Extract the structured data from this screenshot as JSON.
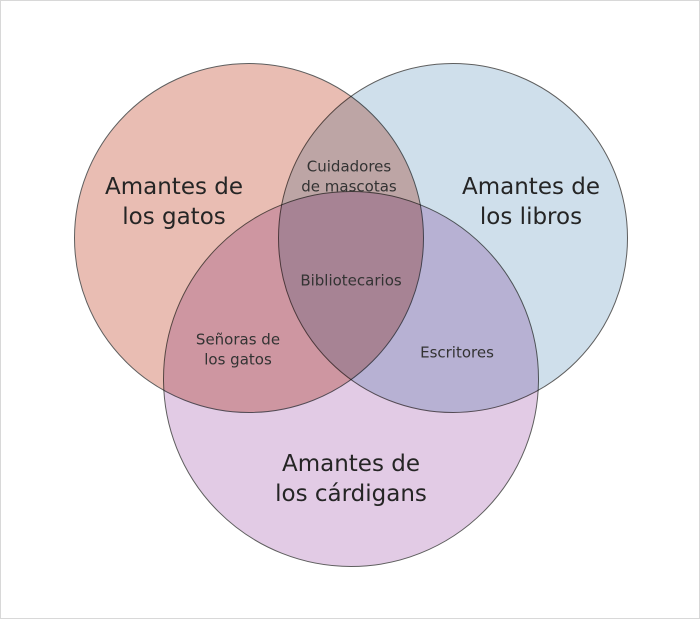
{
  "page": {
    "background": "#ffffff",
    "border_color": "#d8d8d8"
  },
  "diagram": {
    "type": "venn",
    "circle_outline_color": "#5e5e5e",
    "sets": [
      {
        "name": "cat-lovers",
        "label": "Amantes de\nlos gatos",
        "color": "#e9bdb3"
      },
      {
        "name": "book-lovers",
        "label": "Amantes de\nlos libros",
        "color": "#cfdfeb"
      },
      {
        "name": "cardigan-lovers",
        "label": "Amantes de\nlos cárdigans",
        "color": "#e2cbe5"
      }
    ],
    "intersections": [
      {
        "name": "cats-and-books",
        "sets": [
          "cat-lovers",
          "book-lovers"
        ],
        "label": "Cuidadores\nde mascotas"
      },
      {
        "name": "cats-books-cardigans",
        "sets": [
          "cat-lovers",
          "book-lovers",
          "cardigan-lovers"
        ],
        "label": "Bibliotecarios"
      },
      {
        "name": "cats-and-cardigans",
        "sets": [
          "cat-lovers",
          "cardigan-lovers"
        ],
        "label": "Señoras de\nlos gatos"
      },
      {
        "name": "books-and-cardigans",
        "sets": [
          "book-lovers",
          "cardigan-lovers"
        ],
        "label": "Escritores"
      }
    ]
  }
}
